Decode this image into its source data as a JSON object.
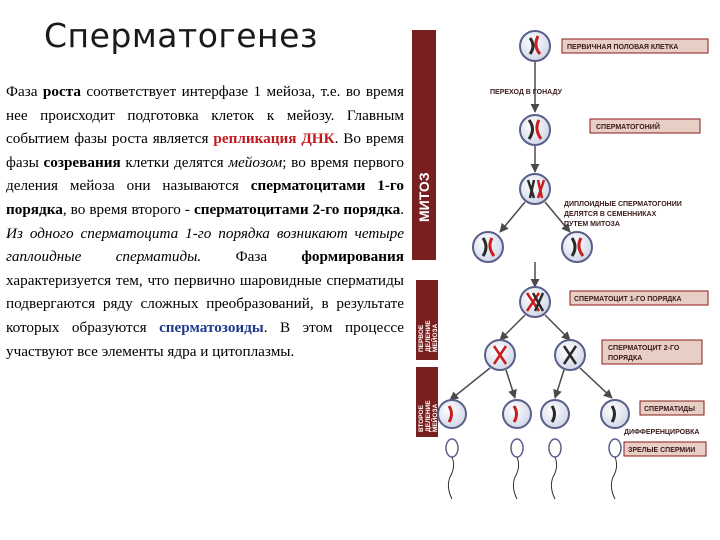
{
  "title": "Сперматогенез",
  "paragraph": {
    "p1_a": "Фаза ",
    "p1_b": "роста",
    "p1_c": " соответствует интерфазе 1 мейоза, т.е. во время нее происходит подготовка клеток к мейозу. Главным событием фазы роста является ",
    "p1_d": "репликация ДНК",
    "p1_e": ". Во время фазы ",
    "p1_f": "созревания",
    "p1_g": " клетки делятся ",
    "p1_h": "мейозом",
    "p1_i": "; во время первого деления мейоза они называются ",
    "p1_j": "сперматоцитами 1-го порядка",
    "p1_k": ", во время второго - ",
    "p1_l": "сперматоцитами 2-го порядка",
    "p1_m": ". ",
    "p1_n": "Из одного сперматоцита 1-го порядка возникают четыре гаплоидные сперматиды.",
    "p2_a": " Фаза ",
    "p2_b": "формирования",
    "p2_c": " характеризуется тем, что первично шаровидные сперматиды подвергаются ряду сложных преобразований, в результате которых образуются ",
    "p2_d": "сперматозоиды",
    "p2_e": ". В этом процессе участвуют все элементы ядра и цитоплазмы."
  },
  "diagram": {
    "labels": {
      "primary_germ_cell": "ПЕРВИЧНАЯ ПОЛОВАЯ КЛЕТКА",
      "to_gonad": "ПЕРЕХОД В ГОНАДУ",
      "spermatogonium": "СПЕРМАТОГОНИЙ",
      "diploid_line1": "ДИПЛОИДНЫЕ СПЕРМАТОГОНИИ",
      "diploid_line2": "ДЕЛЯТСЯ В СЕМЕННИКАХ",
      "diploid_line3": "ПУТЕМ МИТОЗА",
      "spermatocyte1": "СПЕРМАТОЦИТ 1-ГО ПОРЯДКА",
      "spermatocyte2_line1": "СПЕРМАТОЦИТ 2-ГО",
      "spermatocyte2_line2": "ПОРЯДКА",
      "spermatids": "СПЕРМАТИДЫ",
      "differentiation": "ДИФФЕРЕНЦИРОВКА",
      "mature_sperm": "ЗРЕЛЫЕ СПЕРМИИ"
    },
    "side_bands": {
      "mitosis": "МИТОЗ",
      "meiosis1_line1": "ПЕРВОЕ",
      "meiosis1_line2": "ДЕЛЕНИЕ",
      "meiosis1_line3": "МЕЙОЗА",
      "meiosis2_line1": "ВТОРОЕ",
      "meiosis2_line2": "ДЕЛЕНИЕ",
      "meiosis2_line3": "МЕЙОЗА"
    },
    "colors": {
      "band": "#7a1f1f",
      "cell_fill": "#dfe3ef",
      "cell_stroke": "#5a5f8a",
      "chromosome_red": "#c81e1e",
      "chromosome_dark": "#2a2a2a",
      "arrow": "#4a4a4a"
    }
  }
}
